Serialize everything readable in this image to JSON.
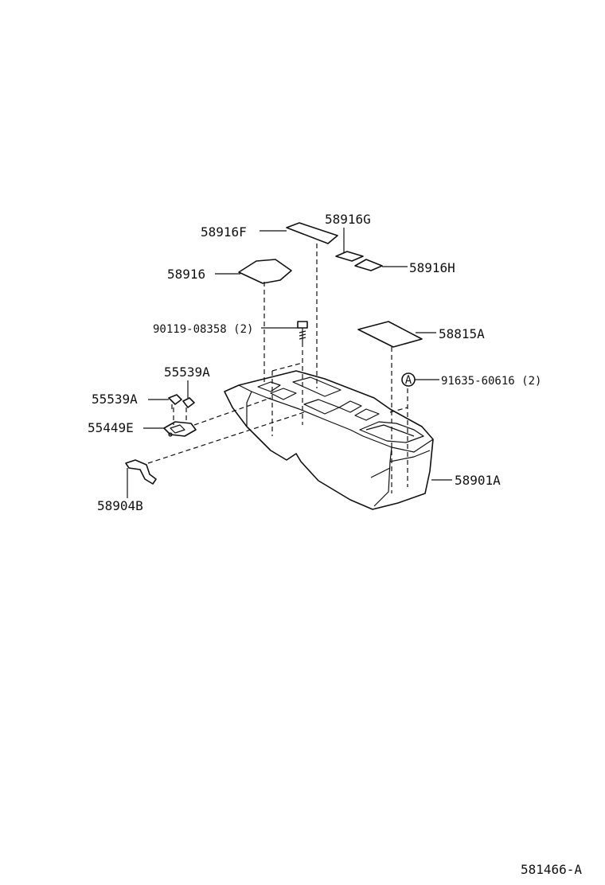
{
  "labels": {
    "p58916F": "58916F",
    "p58916G": "58916G",
    "p58916H": "58916H",
    "p58916": "58916",
    "p90119": "90119-08358 (2)",
    "p58815A": "58815A",
    "p91635": "91635-60616 (2)",
    "callout_a": "A",
    "p55539A_top": "55539A",
    "p55539A_left": "55539A",
    "p55449E": "55449E",
    "p58901A": "58901A",
    "p58904B": "58904B"
  },
  "figure_id": "581466-A"
}
